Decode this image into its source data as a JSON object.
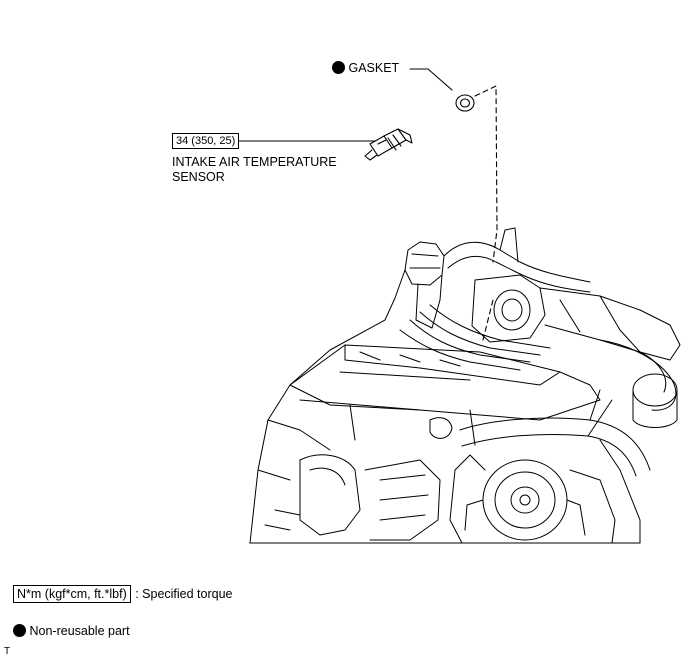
{
  "callouts": {
    "gasket_label": "GASKET",
    "sensor_torque": "34 (350, 25)",
    "sensor_label_line1": "INTAKE AIR TEMPERATURE",
    "sensor_label_line2": "SENSOR"
  },
  "legend": {
    "torque_unit": "N*m (kgf*cm, ft.*lbf)",
    "torque_desc": ": Specified torque",
    "nonreusable_desc": "Non-reusable part"
  },
  "footer_mark": "T"
}
